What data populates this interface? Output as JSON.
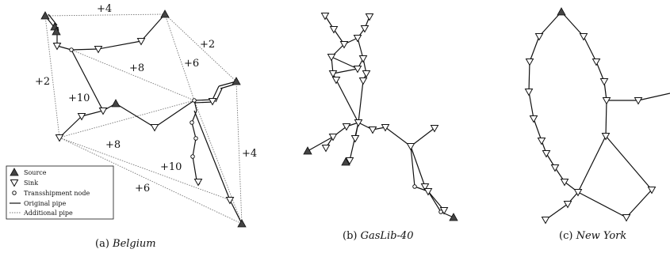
{
  "panels": {
    "belgium": {
      "caption_prefix": "(a) ",
      "caption_name": "Belgium",
      "edge_labels": [
        "+4",
        "+2",
        "+6",
        "+8",
        "+2",
        "+10",
        "+8",
        "+10",
        "+4",
        "+6"
      ],
      "legend": {
        "source": "Source",
        "sink": "Sink",
        "transshipment": "Transshipment node",
        "original": "Original pipe",
        "additional": "Additional pipe"
      }
    },
    "gaslib": {
      "caption_prefix": "(b) ",
      "caption_name": "GasLib-40"
    },
    "newyork": {
      "caption_prefix": "(c) ",
      "caption_name": "New York"
    }
  }
}
